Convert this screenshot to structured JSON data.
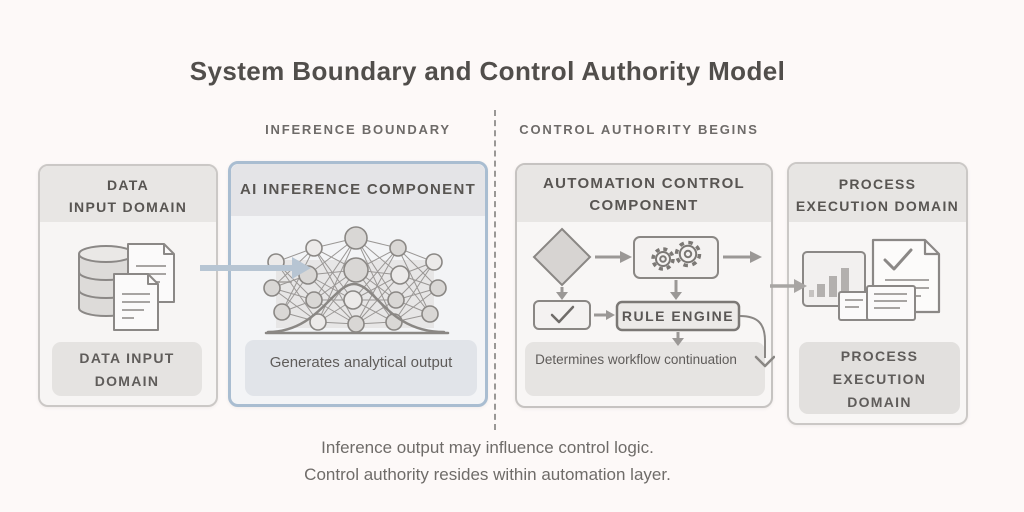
{
  "title": "System Boundary and Control Authority Model",
  "sections": {
    "left_label": "INFERENCE BOUNDARY",
    "right_label": "CONTROL AUTHORITY BEGINS"
  },
  "panels": {
    "data_input": {
      "header_line1": "DATA",
      "header_line2": "INPUT DOMAIN",
      "sub_line1": "DATA INPUT",
      "sub_line2": "DOMAIN"
    },
    "ai_inference": {
      "header": "AI INFERENCE COMPONENT",
      "sub": "Generates analytical output"
    },
    "automation": {
      "header_line1": "AUTOMATION CONTROL",
      "header_line2": "COMPONENT",
      "rule_engine_label": "RULE ENGINE",
      "sub": "Determines workflow continuation"
    },
    "process": {
      "header_line1": "PROCESS",
      "header_line2": "EXECUTION DOMAIN",
      "sub_line1": "PROCESS",
      "sub_line2": "EXECUTION",
      "sub_line3": "DOMAIN"
    }
  },
  "footnotes": {
    "line1": "Inference output may influence control logic.",
    "line2": "Control authority resides within automation layer."
  },
  "icons": {
    "data_input": [
      "database-icon",
      "document-icon"
    ],
    "ai_inference": [
      "neural-network-icon",
      "bell-curve-icon"
    ],
    "automation": [
      "decision-diamond-icon",
      "gears-icon",
      "checkmark-icon",
      "chevron-down-icon"
    ],
    "process": [
      "bar-chart-card-icon",
      "checked-document-icon",
      "note-card-icon"
    ]
  },
  "colors": {
    "background": "#fdf9f8",
    "panel_body": "#f7f5f4",
    "panel_header_band": "#e8e6e4",
    "panel_border": "#cbc8c6",
    "ai_panel_border": "#a9bdd1",
    "ai_panel_body": "#f3f4f6",
    "subbox_gray": "#e5e3e1",
    "subbox_blue": "#e1e4e9",
    "arrow_gray": "#a8a5a3",
    "arrow_accent": "#b7c5d3",
    "stroke_dark": "#8a8784",
    "text_dark": "#514e4b",
    "text_mid": "#6e6b69"
  }
}
